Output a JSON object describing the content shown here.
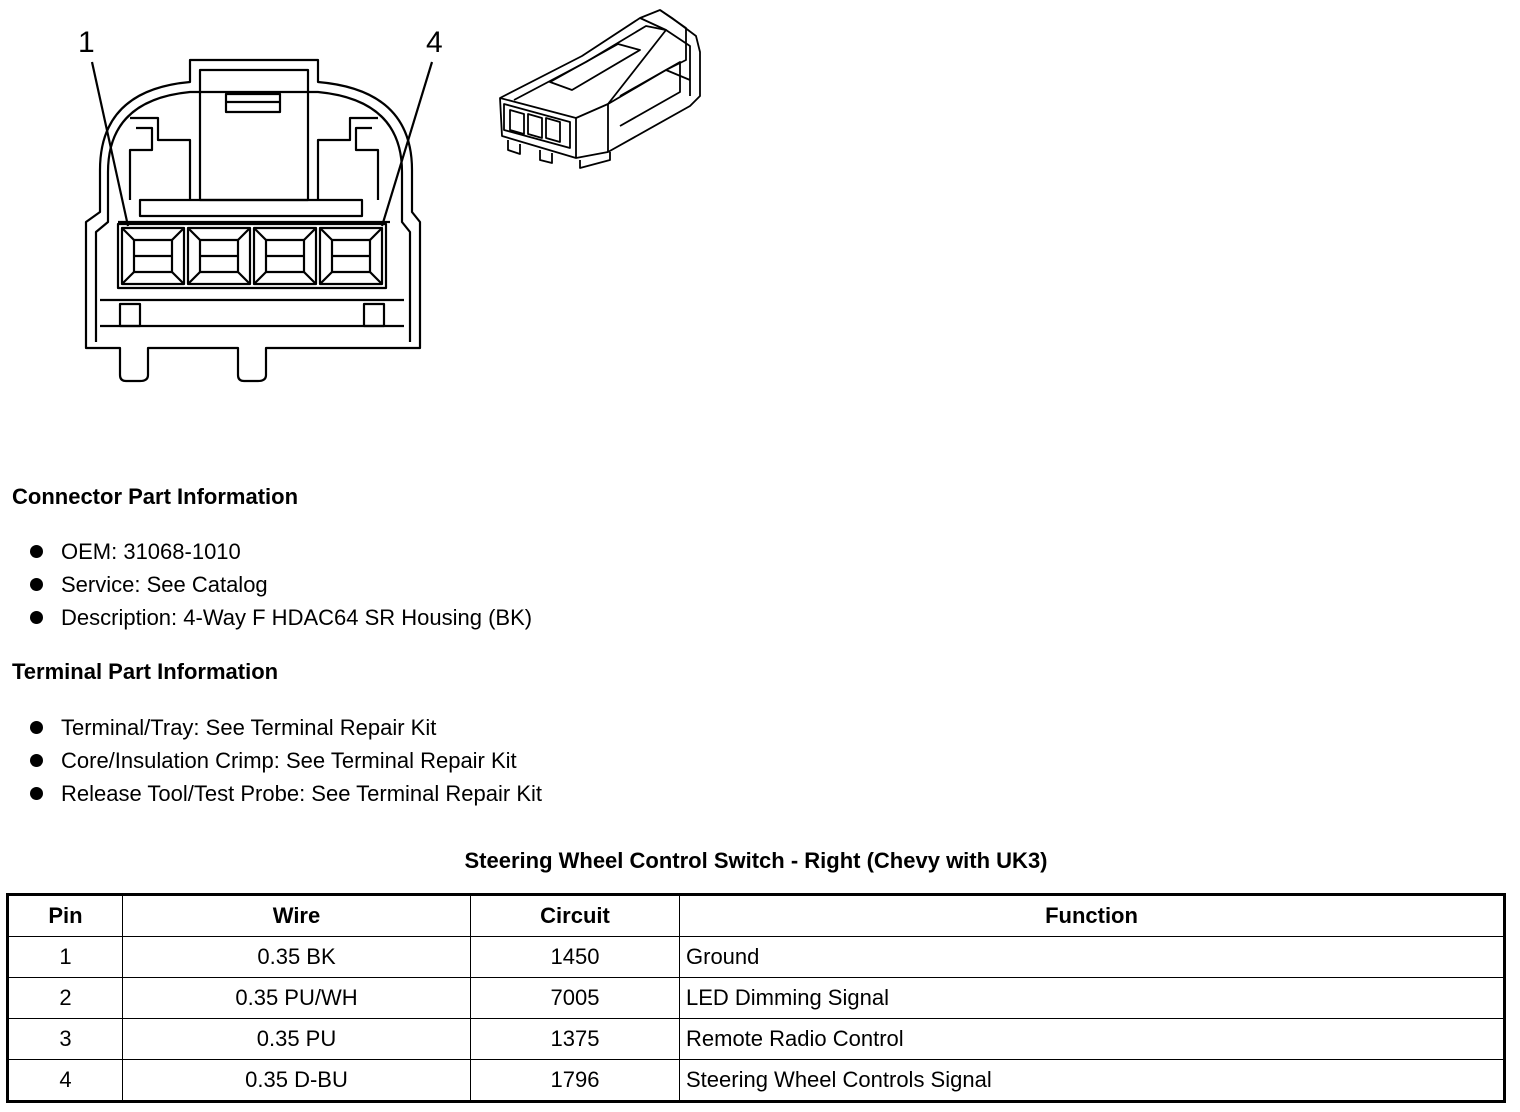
{
  "diagram": {
    "pin_label_left": "1",
    "pin_label_right": "4"
  },
  "connector_section": {
    "title": "Connector Part Information",
    "items": [
      "OEM: 31068-1010",
      "Service: See Catalog",
      "Description: 4-Way F HDAC64 SR Housing (BK)"
    ]
  },
  "terminal_section": {
    "title": "Terminal Part Information",
    "items": [
      "Terminal/Tray: See Terminal Repair Kit",
      "Core/Insulation Crimp: See Terminal Repair Kit",
      "Release Tool/Test Probe: See Terminal Repair Kit"
    ]
  },
  "table": {
    "title": "Steering Wheel Control Switch - Right (Chevy with UK3)",
    "headers": [
      "Pin",
      "Wire",
      "Circuit",
      "Function"
    ],
    "rows": [
      [
        "1",
        "0.35 BK",
        "1450",
        "Ground"
      ],
      [
        "2",
        "0.35 PU/WH",
        "7005",
        "LED Dimming Signal"
      ],
      [
        "3",
        "0.35 PU",
        "1375",
        "Remote Radio Control"
      ],
      [
        "4",
        "0.35 D-BU",
        "1796",
        "Steering Wheel Controls Signal"
      ]
    ]
  }
}
